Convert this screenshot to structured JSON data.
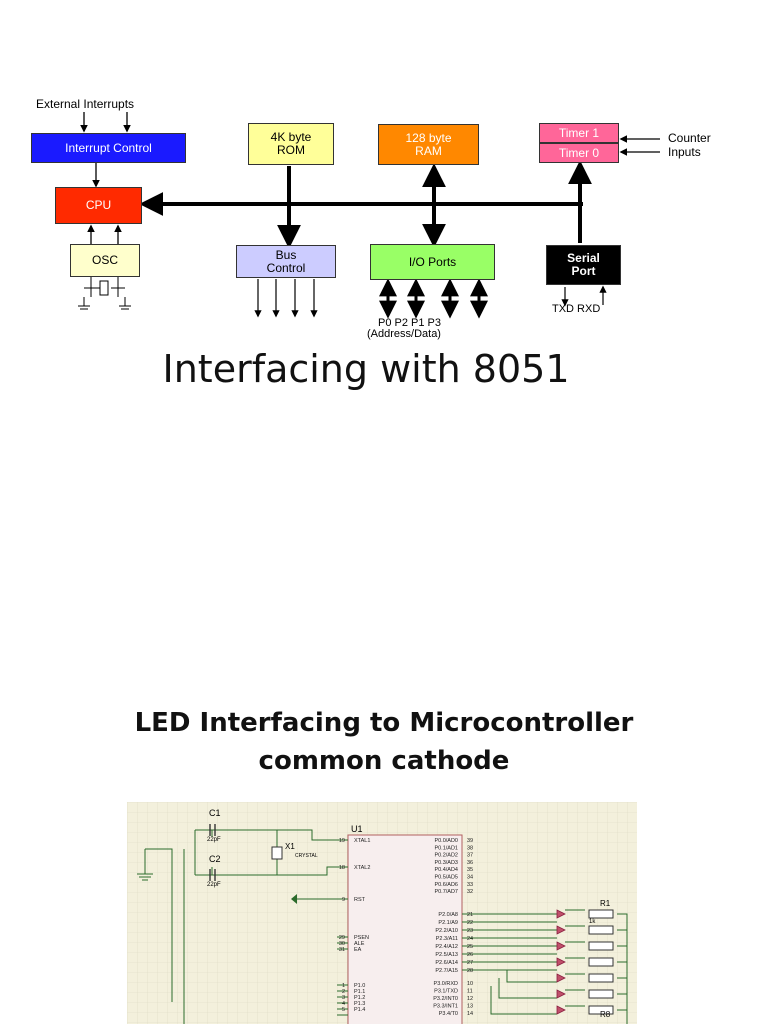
{
  "diagram": {
    "external_interrupts": "External  Interrupts",
    "interrupt_control": "Interrupt Control",
    "cpu": "CPU",
    "osc": "OSC",
    "rom_line1": "4K byte",
    "rom_line2": "ROM",
    "ram_line1": "128 byte",
    "ram_line2": "RAM",
    "timer1": "Timer 1",
    "timer0": "Timer 0",
    "counter_line1": "Counter",
    "counter_line2": "Inputs",
    "bus_line1": "Bus",
    "bus_line2": "Control",
    "io_ports": "I/O Ports",
    "serial_line1": "Serial",
    "serial_line2": "Port",
    "ports": "P0  P2  P1  P3",
    "address_data": "(Address/Data)",
    "txd_rxd": "TXD RXD"
  },
  "slide1_title": "Interfacing with 8051",
  "slide2_title_line1": "LED Interfacing to Microcontroller",
  "slide2_title_line2": "common cathode",
  "schematic": {
    "c1": "C1",
    "c1_val": "22pF",
    "c2": "C2",
    "c2_val": "22pF",
    "x1": "X1",
    "x1_type": "CRYSTAL",
    "u1": "U1",
    "r1": "R1",
    "r1_val": "1k",
    "r8": "R8",
    "left_pins": [
      {
        "num": "19",
        "name": "XTAL1"
      },
      {
        "num": "18",
        "name": "XTAL2"
      },
      {
        "num": "9",
        "name": "RST"
      },
      {
        "num": "29",
        "name": "PSEN"
      },
      {
        "num": "30",
        "name": "ALE"
      },
      {
        "num": "31",
        "name": "EA"
      },
      {
        "num": "1",
        "name": "P1.0"
      },
      {
        "num": "2",
        "name": "P1.1"
      },
      {
        "num": "3",
        "name": "P1.2"
      },
      {
        "num": "4",
        "name": "P1.3"
      },
      {
        "num": "5",
        "name": "P1.4"
      }
    ],
    "right_pins": [
      {
        "name": "P0.0/AD0",
        "num": "39"
      },
      {
        "name": "P0.1/AD1",
        "num": "38"
      },
      {
        "name": "P0.2/AD2",
        "num": "37"
      },
      {
        "name": "P0.3/AD3",
        "num": "36"
      },
      {
        "name": "P0.4/AD4",
        "num": "35"
      },
      {
        "name": "P0.5/AD5",
        "num": "34"
      },
      {
        "name": "P0.6/AD6",
        "num": "33"
      },
      {
        "name": "P0.7/AD7",
        "num": "32"
      },
      {
        "name": "P2.0/A8",
        "num": "21"
      },
      {
        "name": "P2.1/A9",
        "num": "22"
      },
      {
        "name": "P2.2/A10",
        "num": "23"
      },
      {
        "name": "P2.3/A11",
        "num": "24"
      },
      {
        "name": "P2.4/A12",
        "num": "25"
      },
      {
        "name": "P2.5/A13",
        "num": "26"
      },
      {
        "name": "P2.6/A14",
        "num": "27"
      },
      {
        "name": "P2.7/A15",
        "num": "28"
      },
      {
        "name": "P3.0/RXD",
        "num": "10"
      },
      {
        "name": "P3.1/TXD",
        "num": "11"
      },
      {
        "name": "P3.2/INT0",
        "num": "12"
      },
      {
        "name": "P3.3/INT1",
        "num": "13"
      },
      {
        "name": "P3.4/T0",
        "num": "14"
      }
    ]
  },
  "colors": {
    "interrupt_control": "#1a1aff",
    "cpu": "#ff2a00",
    "rom": "#ffff99",
    "ram": "#ff8800",
    "timer": "#ff6699",
    "bus_control": "#ccccff",
    "io_ports": "#99ff66",
    "serial": "#000000",
    "osc": "#ffffcc",
    "schematic_bg": "#f3f0dc",
    "schematic_wire": "#2b6b2b",
    "chip": "#b06060"
  }
}
